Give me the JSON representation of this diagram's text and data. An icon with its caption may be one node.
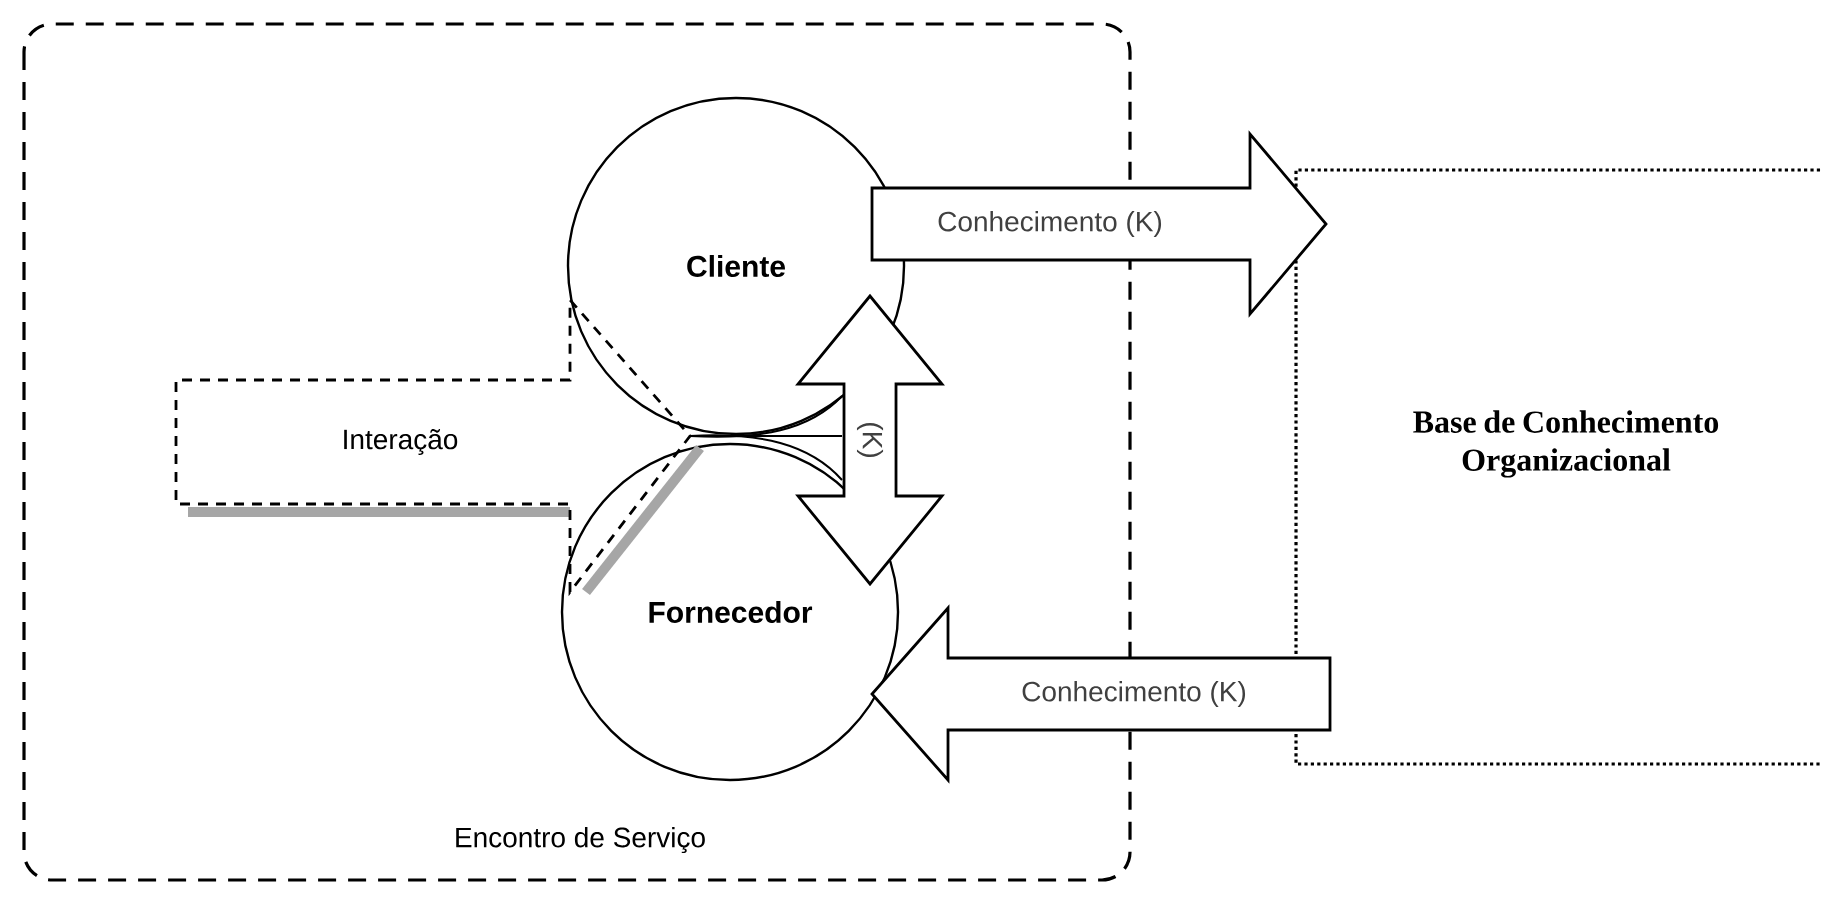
{
  "diagram": {
    "nodes": [
      {
        "text": [
          "Encontro de Serviço"
        ]
      },
      {
        "text": [
          "Cliente"
        ],
        "in": 0
      },
      {
        "text": [
          "Fornecedor"
        ],
        "in": 0
      },
      {
        "text": [
          "Interação"
        ],
        "in": 0
      },
      {
        "text": [
          "Base de Conhecimento Organizacional"
        ]
      }
    ],
    "edges": [
      {
        "from": 1,
        "to": 4,
        "arrow": "to",
        "label": "Conhecimento (K)"
      },
      {
        "from": 4,
        "to": 2,
        "arrow": "to",
        "label": "Conhecimento (K)"
      },
      {
        "from": 1,
        "to": 2,
        "arrow": "both",
        "label": "(K)"
      }
    ]
  }
}
